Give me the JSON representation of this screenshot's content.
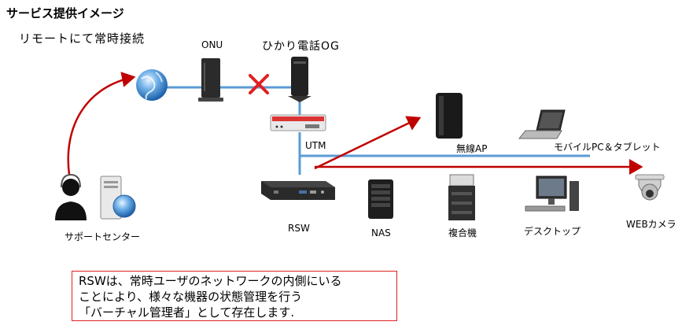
{
  "title": "サービス提供イメージ",
  "subtitle": "リモートにて常時接続",
  "nodes": {
    "onu": "ONU",
    "hikari": "ひかり電話OG",
    "utm": "UTM",
    "wireless_ap": "無線AP",
    "mobile": "モバイルPC＆タブレット",
    "webcam": "WEBカメラ",
    "rsw": "RSW",
    "nas": "NAS",
    "mfp": "複合機",
    "desktop": "デスクトップ",
    "support": "サポートセンター"
  },
  "note": {
    "lines": [
      "RSWは、常時ユーザのネットワークの内側にいる",
      "ことにより、様々な機器の状態管理を行う",
      "「バーチャル管理者」として存在します."
    ]
  },
  "colors": {
    "network_line": "#5b9bd5",
    "arrow": "#c00000",
    "note_border": "#e02020",
    "blocked_mark": "#e02020"
  },
  "icons": {
    "internet": "globe-icon",
    "onu": "router-icon",
    "hikari": "phone-gateway-icon",
    "utm": "firewall-appliance-icon",
    "wireless_ap": "wireless-ap-icon",
    "mobile": "laptop-icon",
    "webcam": "security-camera-icon",
    "rsw": "mini-pc-icon",
    "nas": "nas-icon",
    "mfp": "printer-icon",
    "desktop": "desktop-computer-icon",
    "support_person": "operator-headset-icon",
    "support_server": "server-globe-icon",
    "blocked": "cross-mark-icon"
  }
}
